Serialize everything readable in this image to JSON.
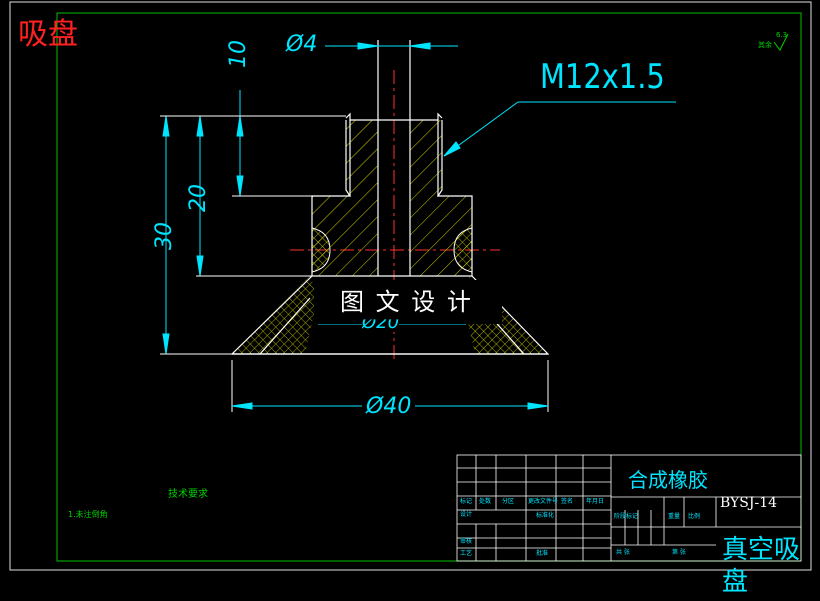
{
  "corner_title": "吸盘",
  "watermark": "图 文 设 计",
  "dimensions": {
    "phi4": "Ø4",
    "thread": "M12x1.5",
    "d10": "10",
    "d20": "20",
    "d30": "30",
    "phi20": "Ø20",
    "phi40": "Ø40"
  },
  "roughness": {
    "value": "6.3",
    "label": "其余"
  },
  "notes": {
    "heading": "技术要求",
    "line1": "1.未注倒角"
  },
  "title_block": {
    "material": "合成橡胶",
    "drawing_no": "BYSJ-14",
    "part_name": "真空吸盘",
    "row_marks": [
      "标记",
      "处数",
      "分区",
      "更改文件号",
      "签名",
      "年月日"
    ],
    "designer": "设计",
    "standardization": "标准化",
    "stage_label": "阶段标记",
    "weight_label": "重量",
    "scale_label": "比例",
    "reviewer": "审核",
    "process": "工艺",
    "approve": "批准",
    "sheets_total": "共 张",
    "sheet_no": "第 张"
  },
  "colors": {
    "frame": "#00ff00",
    "outline": "#ffffff",
    "dimension": "#00ffff",
    "hatch": "#ffff00",
    "center": "#ff0000",
    "title": "#ff0000"
  }
}
